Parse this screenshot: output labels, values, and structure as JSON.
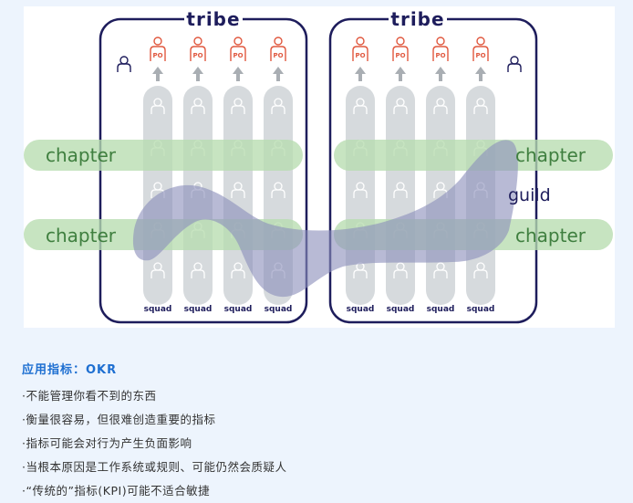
{
  "diagram": {
    "tribes": [
      {
        "title": "tribe",
        "squads": [
          "squad",
          "squad",
          "squad",
          "squad"
        ],
        "po_label": "PO"
      },
      {
        "title": "tribe",
        "squads": [
          "squad",
          "squad",
          "squad",
          "squad"
        ],
        "po_label": "PO"
      }
    ],
    "chapters": [
      "chapter",
      "chapter",
      "chapter",
      "chapter"
    ],
    "guild": "guild",
    "colors": {
      "navy": "#1e1d5c",
      "po_red": "#e0583f",
      "squad_gray": "#cfd3d7",
      "chapter_green": "#b7dcb0",
      "guild_purple": "#9094bd"
    }
  },
  "okr": {
    "title": "应用指标：OKR",
    "items": [
      "·不能管理你看不到的东西",
      "·衡量很容易，但很难创造重要的指标",
      "·指标可能会对行为产生负面影响",
      "·当根本原因是工作系统或规则、可能仍然会质疑人",
      "·“传统的”指标(KPI)可能不适合敏捷"
    ]
  }
}
